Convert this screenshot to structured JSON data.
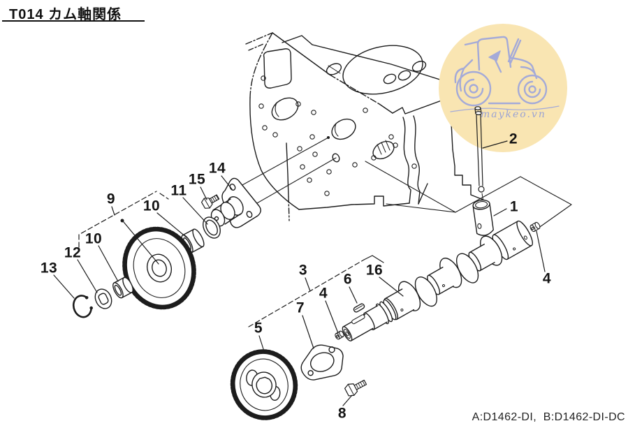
{
  "title": "T014 カム軸関係",
  "footer": {
    "model_variants": "A:D1462-DI,  B:D1462-DI-DC"
  },
  "watermark": {
    "text": "maykeo.vn",
    "icon": "tractor-icon",
    "fill_color": "#F9E5B2",
    "line_color": "#A4AAD8"
  },
  "callouts": [
    {
      "number": "1"
    },
    {
      "number": "2"
    },
    {
      "number": "3"
    },
    {
      "number": "4"
    },
    {
      "number": "4"
    },
    {
      "number": "5"
    },
    {
      "number": "6"
    },
    {
      "number": "7"
    },
    {
      "number": "8"
    },
    {
      "number": "9"
    },
    {
      "number": "10"
    },
    {
      "number": "10"
    },
    {
      "number": "11"
    },
    {
      "number": "12"
    },
    {
      "number": "13"
    },
    {
      "number": "14"
    },
    {
      "number": "15"
    },
    {
      "number": "16"
    }
  ],
  "colors": {
    "ink": "#1c1c1c"
  }
}
